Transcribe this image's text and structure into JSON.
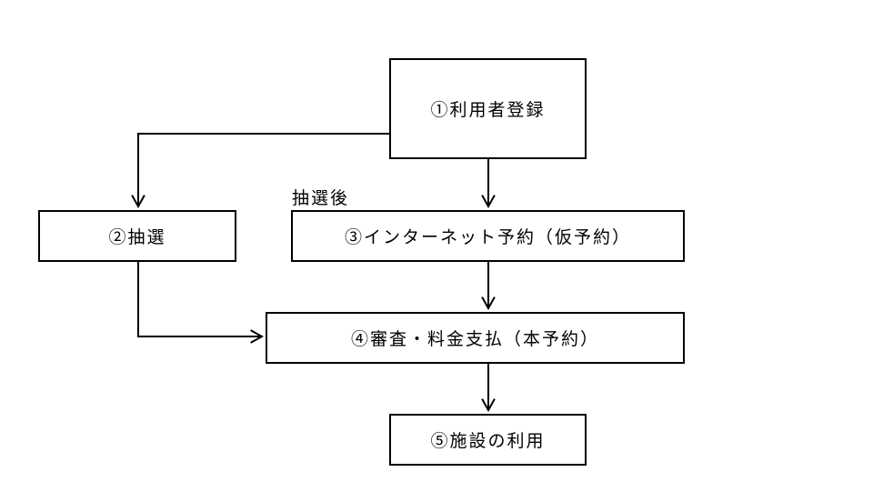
{
  "diagram": {
    "type": "flowchart",
    "background_color": "#ffffff",
    "line_color": "#000000",
    "text_color": "#000000",
    "annotation": "抽選後",
    "nodes": [
      {
        "id": "step1",
        "label": "①利用者登録"
      },
      {
        "id": "step2",
        "label": "②抽選"
      },
      {
        "id": "step3",
        "label": "③インターネット予約（仮予約）"
      },
      {
        "id": "step4",
        "label": "④審査・料金支払（本予約）"
      },
      {
        "id": "step5",
        "label": "⑤施設の利用"
      }
    ],
    "edges": [
      {
        "from": "step1",
        "to": "step2"
      },
      {
        "from": "step1",
        "to": "step3"
      },
      {
        "from": "step2",
        "to": "step4"
      },
      {
        "from": "step3",
        "to": "step4"
      },
      {
        "from": "step4",
        "to": "step5"
      }
    ]
  }
}
